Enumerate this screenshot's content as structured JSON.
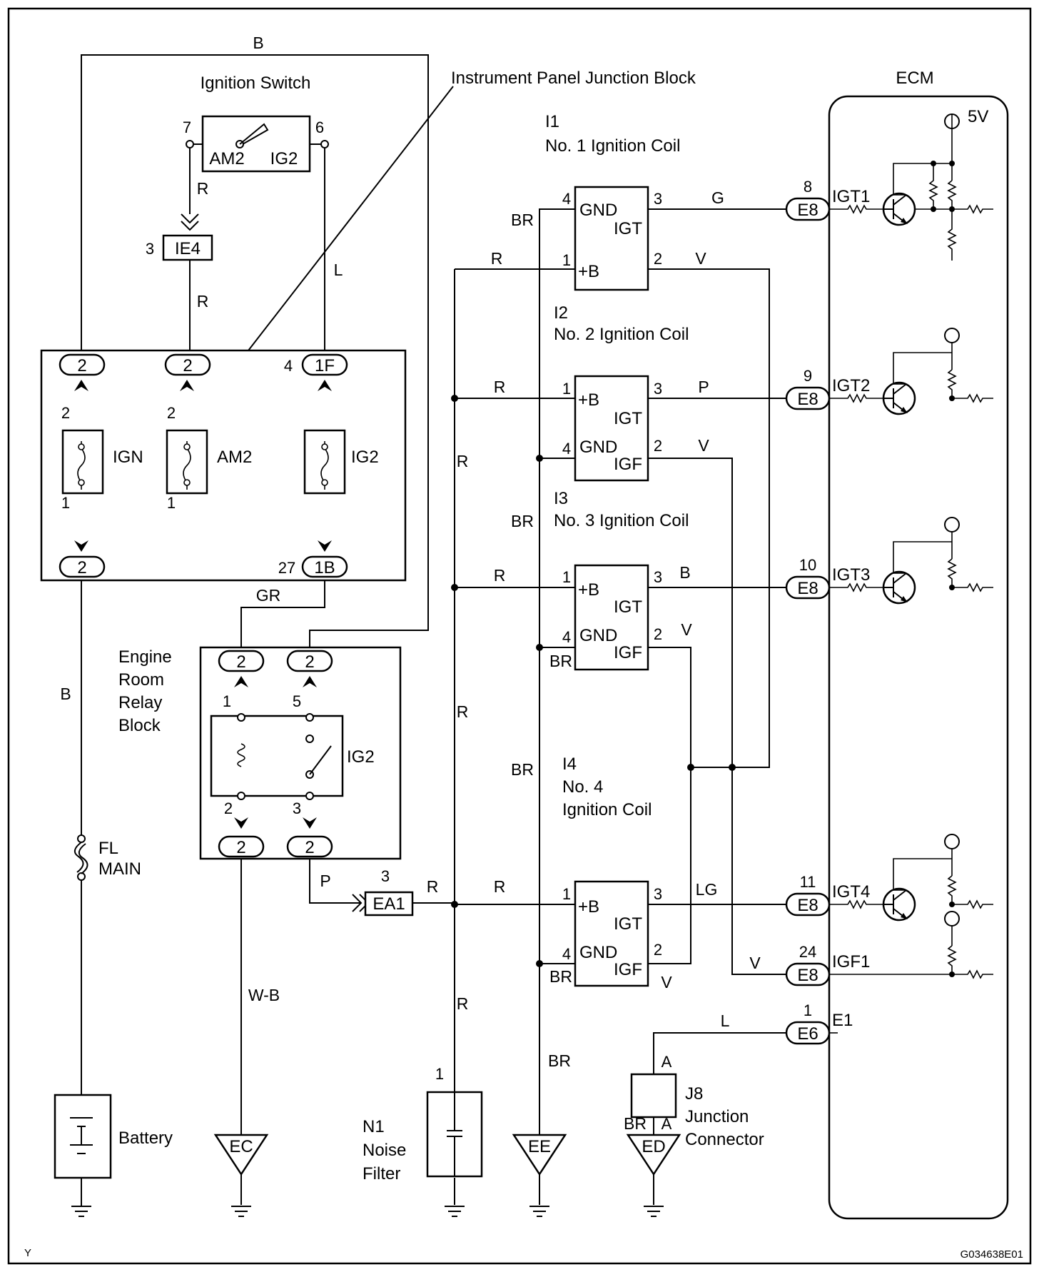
{
  "titles": {
    "ignition_switch": "Ignition Switch",
    "ip_junction_block": "Instrument Panel Junction Block",
    "ecm": "ECM",
    "engine_room_relay_block": [
      "Engine",
      "Room",
      "Relay",
      "Block"
    ],
    "battery": "Battery",
    "noise_filter": [
      "N1",
      "Noise",
      "Filter"
    ],
    "junction_connector": [
      "J8",
      "Junction",
      "Connector"
    ],
    "fuse_fl": [
      "FL",
      "MAIN"
    ],
    "coil1": [
      "I1",
      "No. 1 Ignition Coil"
    ],
    "coil2": [
      "I2",
      "No. 2 Ignition Coil"
    ],
    "coil3": [
      "I3",
      "No. 3 Ignition Coil"
    ],
    "coil4": [
      "I4",
      "No. 4",
      "Ignition Coil"
    ]
  },
  "ignition_switch": {
    "pin_left": "7",
    "pin_right": "6",
    "term_left": "AM2",
    "term_right": "IG2"
  },
  "connectors": {
    "ie4": {
      "id": "IE4",
      "pin": "3"
    },
    "ea1": {
      "id": "EA1",
      "pin": "3"
    },
    "ip_top": [
      "2",
      "2",
      "1F"
    ],
    "ip_top_pin": "4",
    "ip_bottom": [
      "2",
      "1B"
    ],
    "ip_bottom_pin": "27",
    "er_top": [
      "2",
      "2"
    ],
    "er_bottom": [
      "2",
      "2"
    ]
  },
  "fuses": {
    "ign": "IGN",
    "am2": "AM2",
    "ig2": "IG2"
  },
  "fuse_pins": {
    "ign_top": "2",
    "ign_bottom": "1",
    "am2_top": "2",
    "am2_bottom": "1"
  },
  "relay": {
    "name": "IG2",
    "pins": [
      "1",
      "5",
      "2",
      "3"
    ]
  },
  "coil_terms": {
    "gnd": "GND",
    "igt": "IGT",
    "plus_b": "+B",
    "igf": "IGF"
  },
  "coil_pins": {
    "p1": "1",
    "p2": "2",
    "p3": "3",
    "p4": "4"
  },
  "ecm_connectors": [
    {
      "pin": "8",
      "id": "E8",
      "signal": "IGT1"
    },
    {
      "pin": "9",
      "id": "E8",
      "signal": "IGT2"
    },
    {
      "pin": "10",
      "id": "E8",
      "signal": "IGT3"
    },
    {
      "pin": "11",
      "id": "E8",
      "signal": "IGT4"
    },
    {
      "pin": "24",
      "id": "E8",
      "signal": "IGF1"
    },
    {
      "pin": "1",
      "id": "E6",
      "signal": "E1"
    }
  ],
  "ecm_supply": "5V",
  "grounds": {
    "ec": "EC",
    "ee": "EE",
    "ed": "ED"
  },
  "junction_pins": {
    "a_top": "A",
    "a_bottom": "A"
  },
  "noise_filter_pin": "1",
  "wire_colors": {
    "b_top": "B",
    "r_sw": "R",
    "r_ie4": "R",
    "l_sw": "L",
    "gr": "GR",
    "b_left": "B",
    "p_relay": "P",
    "wb": "W-B",
    "r_ea1": "R",
    "c1_br": "BR",
    "c1_r": "R",
    "c1_g": "G",
    "c1_v": "V",
    "c2_r": "R",
    "c2_p": "P",
    "c2_v": "V",
    "r_trunk1": "R",
    "br_trunk1": "BR",
    "c3_r": "R",
    "c3_b": "B",
    "c3_v": "V",
    "c3_br": "BR",
    "r_trunk2": "R",
    "br_trunk2": "BR",
    "c4_r": "R",
    "c4_lg": "LG",
    "c4_v": "V",
    "c4_br": "BR",
    "r_trunk3": "R",
    "br_trunk3": "BR",
    "v_igf": "V",
    "l_e1": "L",
    "br_jc": "BR"
  },
  "footer": {
    "left": "Y",
    "right": "G034638E01"
  }
}
